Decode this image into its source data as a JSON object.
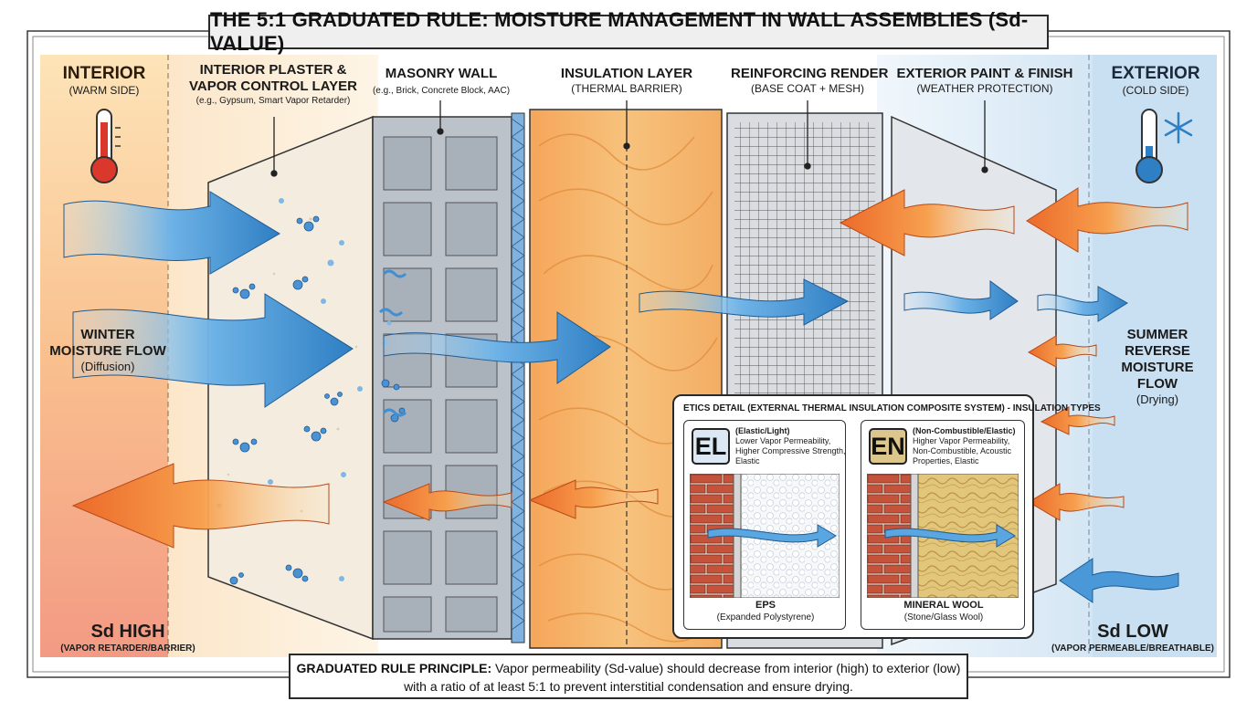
{
  "title": "THE 5:1 GRADUATED RULE: MOISTURE MANAGEMENT IN WALL ASSEMBLIES (Sd-VALUE)",
  "interior": {
    "heading": "INTERIOR",
    "sub": "(WARM SIDE)",
    "icon": "thermometer-hot-icon"
  },
  "exterior": {
    "heading": "EXTERIOR",
    "sub": "(COLD SIDE)",
    "icon": "thermometer-cold-icon"
  },
  "layers": [
    {
      "heading_1": "INTERIOR PLASTER &",
      "heading_2": "VAPOR CONTROL LAYER",
      "sub": "(e.g., Gypsum, Smart Vapor Retarder)"
    },
    {
      "heading_1": "MASONRY WALL",
      "sub": "(e.g., Brick, Concrete Block, AAC)"
    },
    {
      "heading_1": "INSULATION LAYER",
      "sub": "(THERMAL BARRIER)"
    },
    {
      "heading_1": "REINFORCING RENDER",
      "sub": "(BASE COAT + MESH)"
    },
    {
      "heading_1": "EXTERIOR PAINT & FINISH",
      "sub": "(WEATHER PROTECTION)"
    }
  ],
  "winter_flow": {
    "line_1": "WINTER",
    "line_2": "MOISTURE FLOW",
    "line_3": "(Diffusion)"
  },
  "summer_flow": {
    "line_1": "SUMMER",
    "line_2": "REVERSE",
    "line_3": "MOISTURE",
    "line_4": "FLOW",
    "line_5": "(Drying)"
  },
  "sd_high": {
    "label": "Sd HIGH",
    "sub": "(VAPOR RETARDER/BARRIER)"
  },
  "sd_low": {
    "label": "Sd LOW",
    "sub": "(VAPOR PERMEABLE/BREATHABLE)"
  },
  "etics": {
    "title": "ETICS DETAIL (EXTERNAL THERMAL INSULATION COMPOSITE SYSTEM) - INSULATION TYPES",
    "panels": [
      {
        "badge": "EL",
        "type": "(Elastic/Light)",
        "desc_1": "Lower Vapor Permeability,",
        "desc_2": "Higher Compressive Strength,",
        "desc_3": "Elastic",
        "caption": "EPS",
        "caption_sub": "(Expanded Polystyrene)",
        "badge_color": "#dbe8f3"
      },
      {
        "badge": "EN",
        "type": "(Non-Combustible/Elastic)",
        "desc_1": "Higher Vapor Permeability,",
        "desc_2": "Non-Combustible, Acoustic",
        "desc_3": "Properties, Elastic",
        "caption": "MINERAL WOOL",
        "caption_sub": "(Stone/Glass Wool)",
        "badge_color": "#dcc68c"
      }
    ]
  },
  "principle": {
    "bold": "GRADUATED RULE PRINCIPLE:",
    "text": " Vapor permeability (Sd-value) should decrease from interior (high) to exterior (low)",
    "line_2": "with a ratio of at least 5:1 to prevent interstitial condensation and ensure drying."
  },
  "colors": {
    "warm_side": "#f7b37a",
    "cold_side": "#c7def0",
    "moisture_arrow": "#3f8fd2",
    "heat_arrow": "#ef7a2e",
    "insulation": "#f4b56a",
    "masonry": "#b9bfc8"
  }
}
